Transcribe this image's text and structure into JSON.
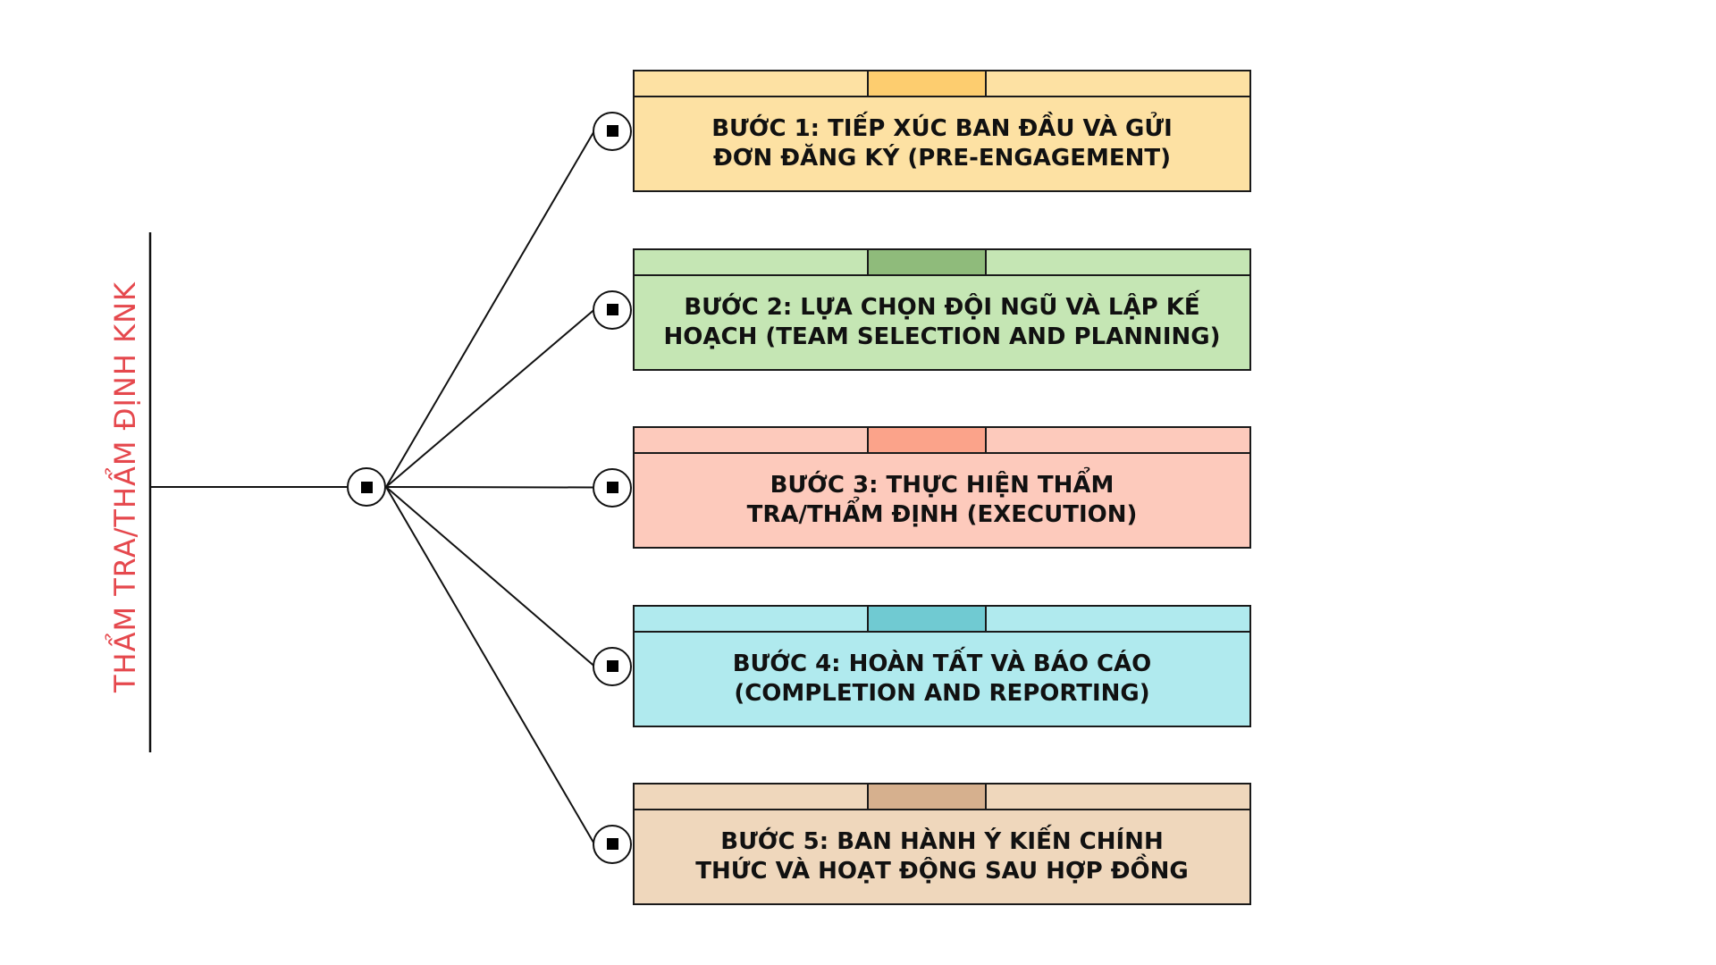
{
  "title": "THẨM TRA/THẨM ĐỊNH KNK",
  "colors": {
    "title": "#e5484d",
    "line": "#111111"
  },
  "icons": {
    "node": "filled-square-in-circle-icon"
  },
  "steps": [
    {
      "label": "BƯỚC 1: TIẾP XÚC BAN ĐẦU VÀ GỬI\nĐƠN ĐĂNG KÝ (PRE-ENGAGEMENT)",
      "color": "#fde1a3",
      "tab_color": "#fdcd6f"
    },
    {
      "label": "BƯỚC 2: LỰA CHỌN ĐỘI NGŨ VÀ LẬP KẾ\nHOẠCH (TEAM SELECTION AND PLANNING)",
      "color": "#c5e6b4",
      "tab_color": "#8fbb7b"
    },
    {
      "label": "BƯỚC 3: THỰC HIỆN THẨM\nTRA/THẨM ĐỊNH (EXECUTION)",
      "color": "#fdcabc",
      "tab_color": "#fba38a"
    },
    {
      "label": "BƯỚC 4: HOÀN TẤT VÀ BÁO CÁO\n(COMPLETION AND REPORTING)",
      "color": "#b0eaee",
      "tab_color": "#70cad2"
    },
    {
      "label": "BƯỚC 5: BAN HÀNH Ý KIẾN CHÍNH\nTHỨC VÀ HOẠT ĐỘNG SAU HỢP ĐỒNG",
      "color": "#efd7bc",
      "tab_color": "#d6b08e"
    }
  ]
}
